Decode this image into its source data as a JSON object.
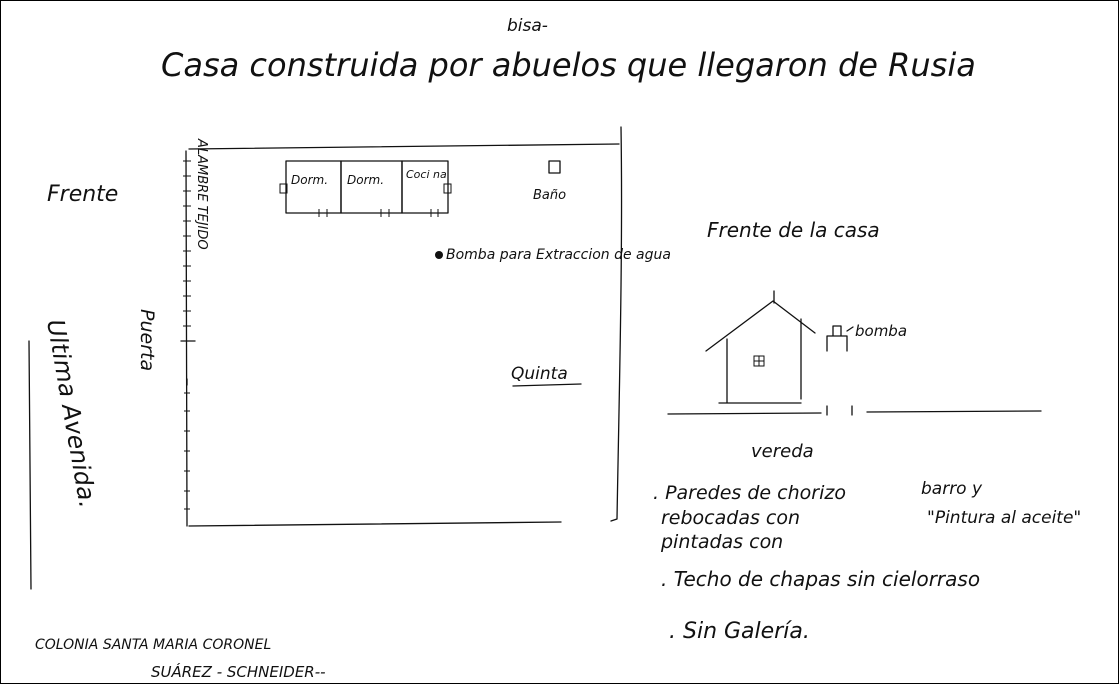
{
  "title": "Casa construida por abuelos que llegaron de Rusia",
  "title_insert": "bisa-",
  "plan": {
    "rooms": [
      "Dorm.",
      "Dorm.",
      "Coci na"
    ],
    "bano": "Baño",
    "bomba": "Bomba para Extraccion de agua",
    "quinta": "Quinta",
    "frente": "Frente",
    "alambre": "ALAMBRE TEJIDO",
    "puerta": "Puerta",
    "ultima": "Ultima Avenida."
  },
  "elevation": {
    "heading": "Frente de la casa",
    "bomba": "bomba",
    "vereda": "vereda"
  },
  "notes": [
    ". Paredes de chorizo",
    "barro y",
    "rebocadas con",
    "\"Pintura al aceite\"",
    "pintadas con",
    ". Techo de chapas sin cielorraso",
    ". Sin Galería."
  ],
  "footer": {
    "line1": "COLONIA SANTA MARIA CORONEL",
    "line2": "SUÁREZ - SCHNEIDER--"
  },
  "colors": {
    "ink": "#111111",
    "paper": "#ffffff",
    "frame": "#000000"
  }
}
